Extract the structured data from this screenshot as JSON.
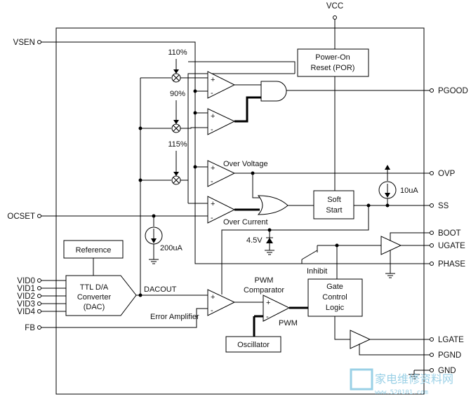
{
  "pins": {
    "vcc": "VCC",
    "vsen": "VSEN",
    "ocset": "OCSET",
    "vid0": "VID0",
    "vid1": "VID1",
    "vid2": "VID2",
    "vid3": "VID3",
    "vid4": "VID4",
    "fb": "FB",
    "pgood": "PGOOD",
    "ovp": "OVP",
    "ss": "SS",
    "boot": "BOOT",
    "ugate": "UGATE",
    "phase": "PHASE",
    "lgate": "LGATE",
    "pgnd": "PGND",
    "gnd": "GND"
  },
  "blocks": {
    "por_line1": "Power-On",
    "por_line2": "Reset (POR)",
    "soft_line1": "Soft",
    "soft_line2": "Start",
    "reference": "Reference",
    "dac_line1": "TTL D/A",
    "dac_line2": "Converter",
    "dac_line3": "(DAC)",
    "gate_line1": "Gate",
    "gate_line2": "Control",
    "gate_line3": "Logic",
    "oscillator": "Oscillator"
  },
  "labels": {
    "pct_110": "110%",
    "pct_90": "90%",
    "pct_115": "115%",
    "over_voltage": "Over Voltage",
    "over_current": "Over Current",
    "current_10ua": "10uA",
    "current_200ua": "200uA",
    "zener_45v": "4.5V",
    "inhibit": "Inhibit",
    "dacout": "DACOUT",
    "error_amplifier": "Error Amplifier",
    "pwm_comp_line1": "PWM",
    "pwm_comp_line2": "Comparator",
    "pwm": "PWM"
  },
  "watermark": {
    "text": "家电维修资料网",
    "url": "www.520101.com"
  }
}
